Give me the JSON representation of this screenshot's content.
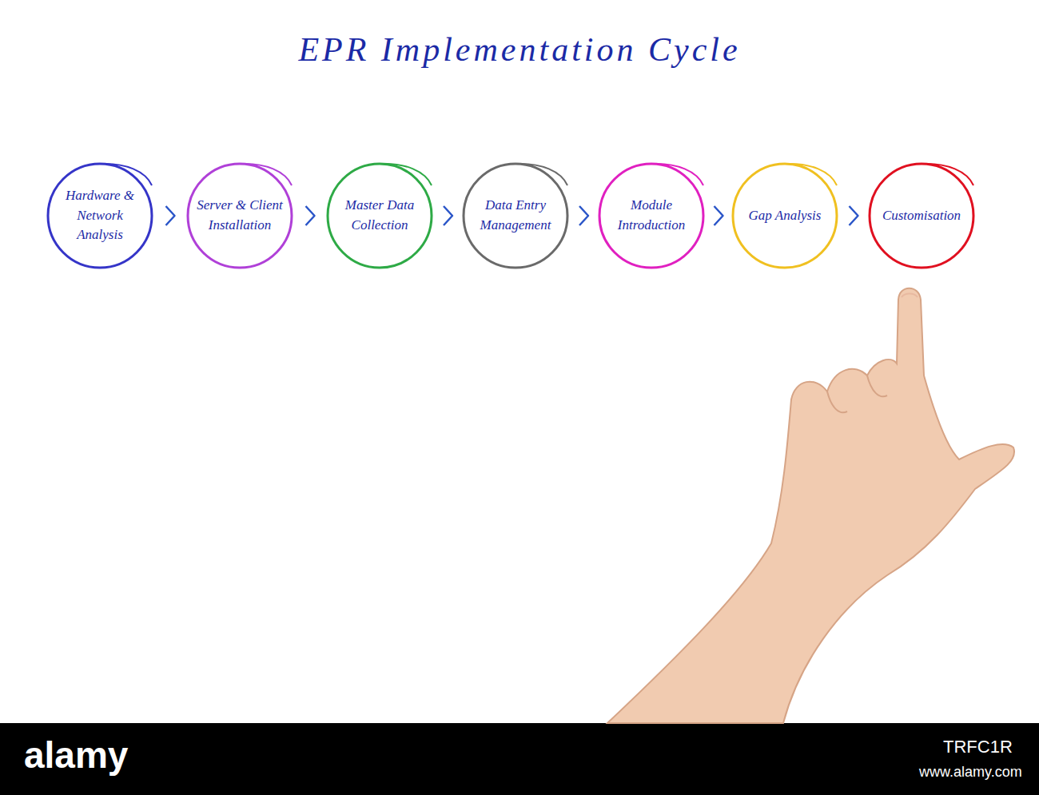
{
  "diagram": {
    "title": "EPR Implementation Cycle",
    "nodes": [
      {
        "text": [
          "Hardware & Network Analysis"
        ]
      },
      {
        "text": [
          "Server & Client Installation"
        ]
      },
      {
        "text": [
          "Master Data Collection"
        ]
      },
      {
        "text": [
          "Data Entry Management"
        ]
      },
      {
        "text": [
          "Module Introduction"
        ]
      },
      {
        "text": [
          "Gap Analysis"
        ]
      },
      {
        "text": [
          "Customisation"
        ]
      }
    ],
    "edges": [
      {
        "from": 0,
        "to": 1,
        "arrow": "to"
      },
      {
        "from": 1,
        "to": 2,
        "arrow": "to"
      },
      {
        "from": 2,
        "to": 3,
        "arrow": "to"
      },
      {
        "from": 3,
        "to": 4,
        "arrow": "to"
      },
      {
        "from": 4,
        "to": 5,
        "arrow": "to"
      },
      {
        "from": 5,
        "to": 6,
        "arrow": "to"
      }
    ],
    "labels": [
      "alamy",
      "TRFC1R",
      "www.alamy.com"
    ]
  }
}
